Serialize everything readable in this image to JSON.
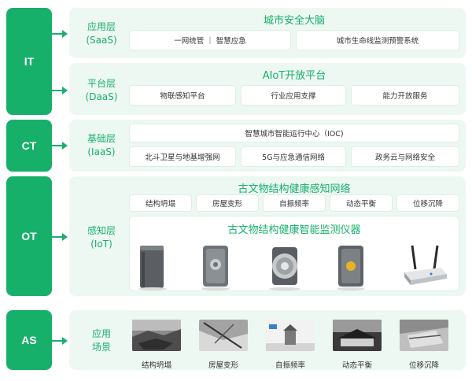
{
  "side_labels": {
    "it": "IT",
    "ct": "CT",
    "ot": "OT",
    "as": "AS"
  },
  "saas": {
    "label_1": "应用层",
    "label_2": "(SaaS)",
    "title": "城市安全大脑",
    "boxes": [
      "一网统管 ｜ 智慧应急",
      "城市生命线监测预警系统"
    ]
  },
  "daas": {
    "label_1": "平台层",
    "label_2": "(DaaS)",
    "title": "AIoT开放平台",
    "boxes": [
      "物联感知平台",
      "行业应用支撑",
      "能力开放服务"
    ]
  },
  "iaas": {
    "label_1": "基础层",
    "label_2": "(IaaS)",
    "top_box": "智慧城市智能运行中心（IOC)",
    "boxes": [
      "北斗卫星与地基增强网",
      "5G与应急通信网络",
      "政务云与网络安全"
    ]
  },
  "iot": {
    "label_1": "感知层",
    "label_2": "(IoT)",
    "title": "古文物结构健康感知网络",
    "boxes": [
      "结构坍塌",
      "房屋变形",
      "自振频率",
      "动态平衡",
      "位移沉降"
    ],
    "panel_title": "古文物结构健康智能监测仪器"
  },
  "apps": {
    "label_1": "应用",
    "label_2": "场景",
    "captions": [
      "结构坍塌",
      "房屋变形",
      "自振频率",
      "动态平衡",
      "位移沉降"
    ]
  },
  "colors": {
    "accent": "#17b06b",
    "band": "#eef8f2"
  }
}
